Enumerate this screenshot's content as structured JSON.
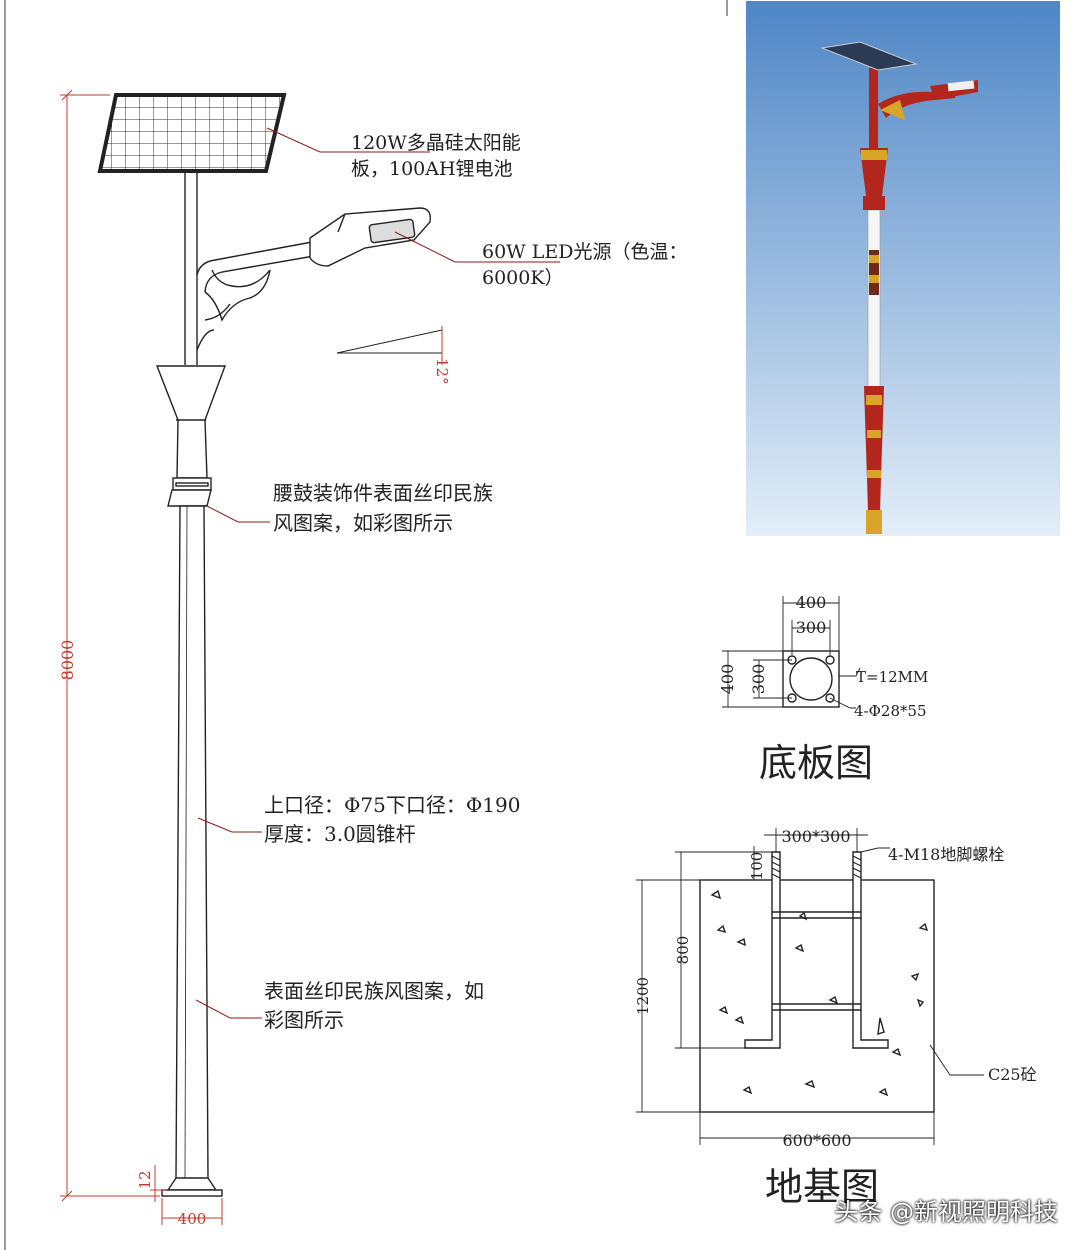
{
  "pole_labels": {
    "solar_panel_line1": "120W多晶硅太阳能",
    "solar_panel_line2": "板，100AH锂电池",
    "led_line1": "60W LED光源（色温：",
    "led_line2": "6000K）",
    "waist_drum_line1": "腰鼓装饰件表面丝印民族",
    "waist_drum_line2": "风图案，如彩图所示",
    "pole_spec_line1": "上口径：Φ75下口径：Φ190",
    "pole_spec_line2": "厚度：3.0圆锥杆",
    "surface_line1": "表面丝印民族风图案，如",
    "surface_line2": "彩图所示"
  },
  "pole_dims": {
    "height": "8000",
    "angle": "12°",
    "base_thickness": "12",
    "base_width": "400"
  },
  "base_plate": {
    "title": "底板图",
    "outer_w": "400",
    "inner_w": "300",
    "outer_h": "400",
    "inner_h": "300",
    "thickness": "T=12MM",
    "holes": "4-Φ28*55"
  },
  "foundation": {
    "title": "地基图",
    "bolt_spacing": "300*300",
    "bolts": "4-M18地脚螺栓",
    "bolt_extension": "100",
    "bolt_length": "800",
    "depth": "1200",
    "width": "600*600",
    "concrete": "C25砼"
  },
  "watermark": "头条 @新视照明科技",
  "colors": {
    "dimension": "#c0392b",
    "sky_top": "#4f86c6",
    "sky_bottom": "#e3eef8",
    "pole_red": "#b3261e",
    "pole_gold": "#d9a527"
  }
}
